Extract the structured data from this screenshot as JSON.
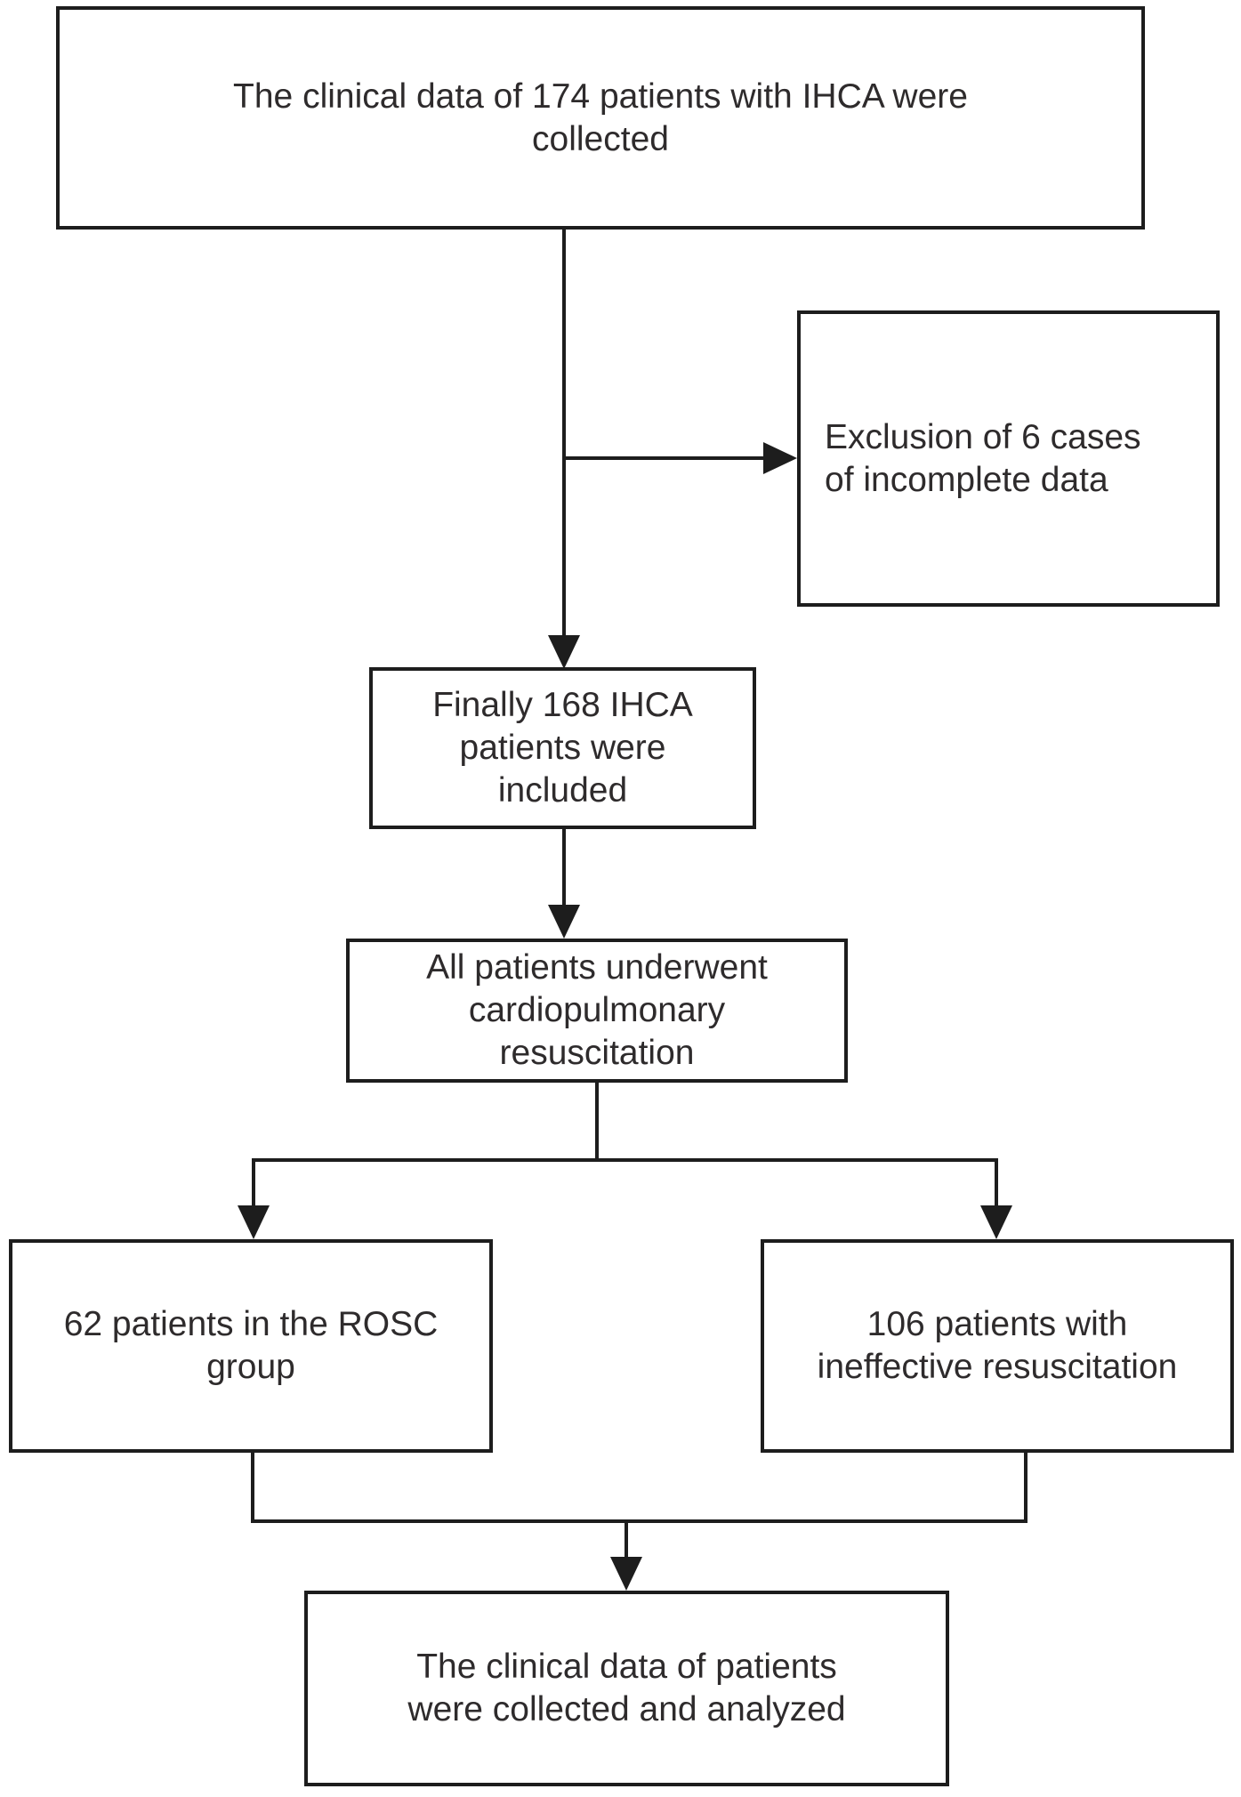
{
  "figure": {
    "type": "flowchart",
    "background_color": "#ffffff",
    "line_color": "#1d1d1d",
    "text_color": "#2e2b2c",
    "nodes": {
      "collected": {
        "text": "The clinical data of 174 patients with IHCA were\ncollected"
      },
      "exclusion": {
        "text": "Exclusion of 6 cases\nof incomplete data"
      },
      "included": {
        "text": "Finally 168 IHCA\npatients were\nincluded"
      },
      "cpr": {
        "text": "All patients underwent\ncardiopulmonary\nresuscitation"
      },
      "rosc": {
        "text": "62 patients in the ROSC\ngroup"
      },
      "ineffective": {
        "text": "106 patients with\nineffective resuscitation"
      },
      "analyzed": {
        "text": "The clinical data of patients\nwere collected and analyzed"
      }
    }
  }
}
